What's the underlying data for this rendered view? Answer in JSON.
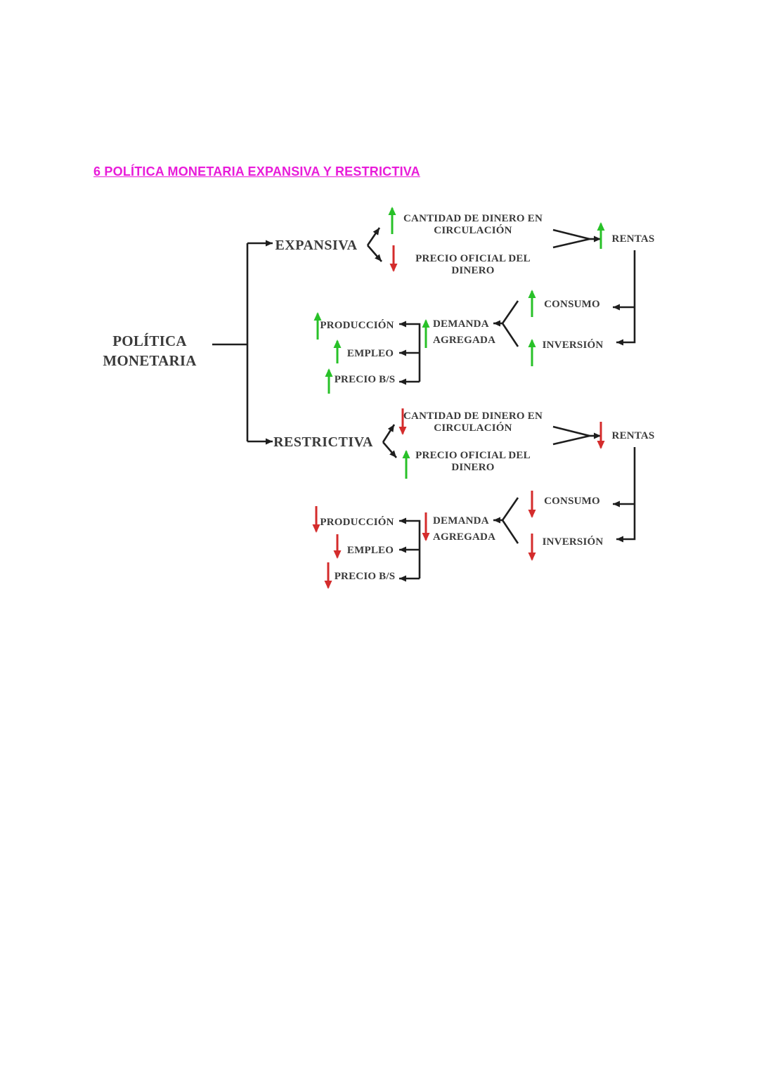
{
  "title": "6 POLÍTICA MONETARIA EXPANSIVA Y RESTRICTIVA",
  "colors": {
    "title": "#e81bd9",
    "up": "#28c128",
    "down": "#d42c2c",
    "line": "#1e1e1e",
    "text": "#3a3a3a",
    "background": "#ffffff"
  },
  "root": {
    "label": "POLÍTICA\nMONETARIA"
  },
  "sections": [
    {
      "id": "expansiva",
      "branch_label": "EXPANSIVA",
      "money_supply": {
        "label": "CANTIDAD DE DINERO EN\nCIRCULACIÓN",
        "trend": "up"
      },
      "official_price": {
        "label": "PRECIO OFICIAL DEL\nDINERO",
        "trend": "down"
      },
      "rentas": {
        "label": "RENTAS",
        "trend": "up"
      },
      "consumo": {
        "label": "CONSUMO",
        "trend": "up"
      },
      "inversion": {
        "label": "INVERSIÓN",
        "trend": "up"
      },
      "demanda": {
        "label": "DEMANDA\nAGREGADA",
        "trend": "up"
      },
      "produccion": {
        "label": "PRODUCCIÓN",
        "trend": "up"
      },
      "empleo": {
        "label": "EMPLEO",
        "trend": "up"
      },
      "precio_bs": {
        "label": "PRECIO B/S",
        "trend": "up"
      }
    },
    {
      "id": "restrictiva",
      "branch_label": "RESTRICTIVA",
      "money_supply": {
        "label": "CANTIDAD DE DINERO EN\nCIRCULACIÓN",
        "trend": "down"
      },
      "official_price": {
        "label": "PRECIO OFICIAL DEL\nDINERO",
        "trend": "up"
      },
      "rentas": {
        "label": "RENTAS",
        "trend": "down"
      },
      "consumo": {
        "label": "CONSUMO",
        "trend": "down"
      },
      "inversion": {
        "label": "INVERSIÓN",
        "trend": "down"
      },
      "demanda": {
        "label": "DEMANDA\nAGREGADA",
        "trend": "down"
      },
      "produccion": {
        "label": "PRODUCCIÓN",
        "trend": "down"
      },
      "empleo": {
        "label": "EMPLEO",
        "trend": "down"
      },
      "precio_bs": {
        "label": "PRECIO B/S",
        "trend": "down"
      }
    }
  ]
}
